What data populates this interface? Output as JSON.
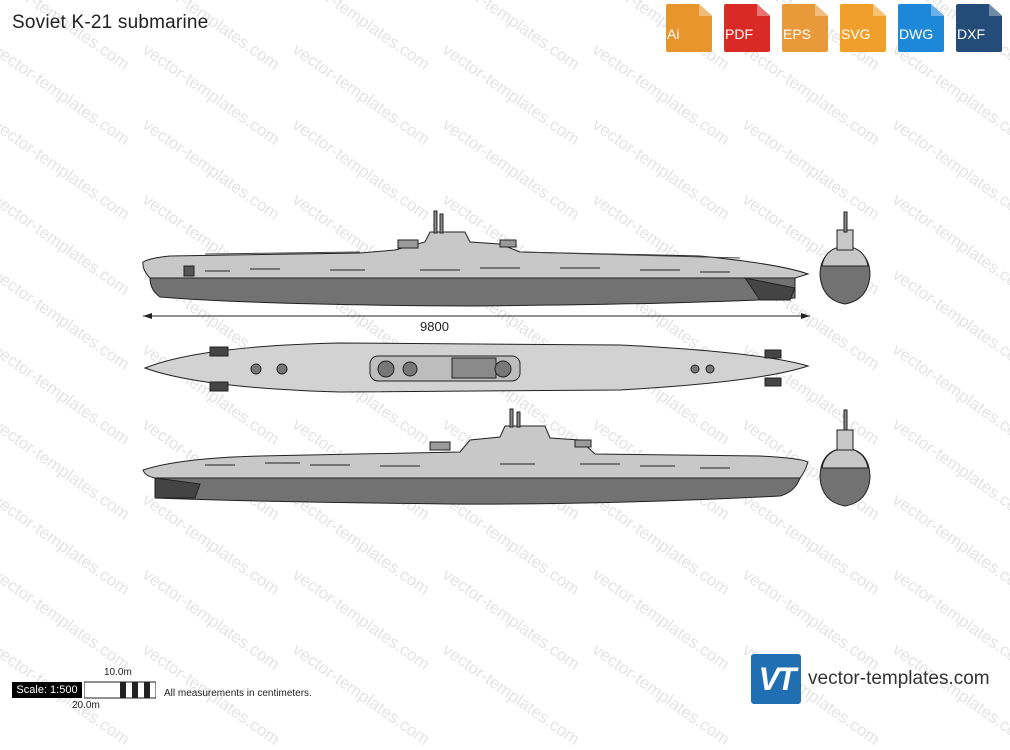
{
  "title": "Soviet K-21 submarine",
  "watermark": "vector-templates.com",
  "formats": [
    {
      "label": "Ai",
      "color": "#e8952e"
    },
    {
      "label": "PDF",
      "color": "#d92a26"
    },
    {
      "label": "EPS",
      "color": "#e89a3a"
    },
    {
      "label": "SVG",
      "color": "#f0a02a"
    },
    {
      "label": "DWG",
      "color": "#1e88d8"
    },
    {
      "label": "DXF",
      "color": "#234d78"
    }
  ],
  "dimension_label": "9800",
  "scale": {
    "label": "Scale: 1:500",
    "ten": "10.0m",
    "twenty": "20.0m"
  },
  "note": "All measurements in centimeters.",
  "brand": {
    "logo": "VT",
    "site": "vector-templates.com",
    "color": "#1f6fb2"
  },
  "colors": {
    "hull_dark": "#727272",
    "hull_light": "#c8c8c8",
    "deck": "#d2d2d2",
    "outline": "#222222"
  }
}
